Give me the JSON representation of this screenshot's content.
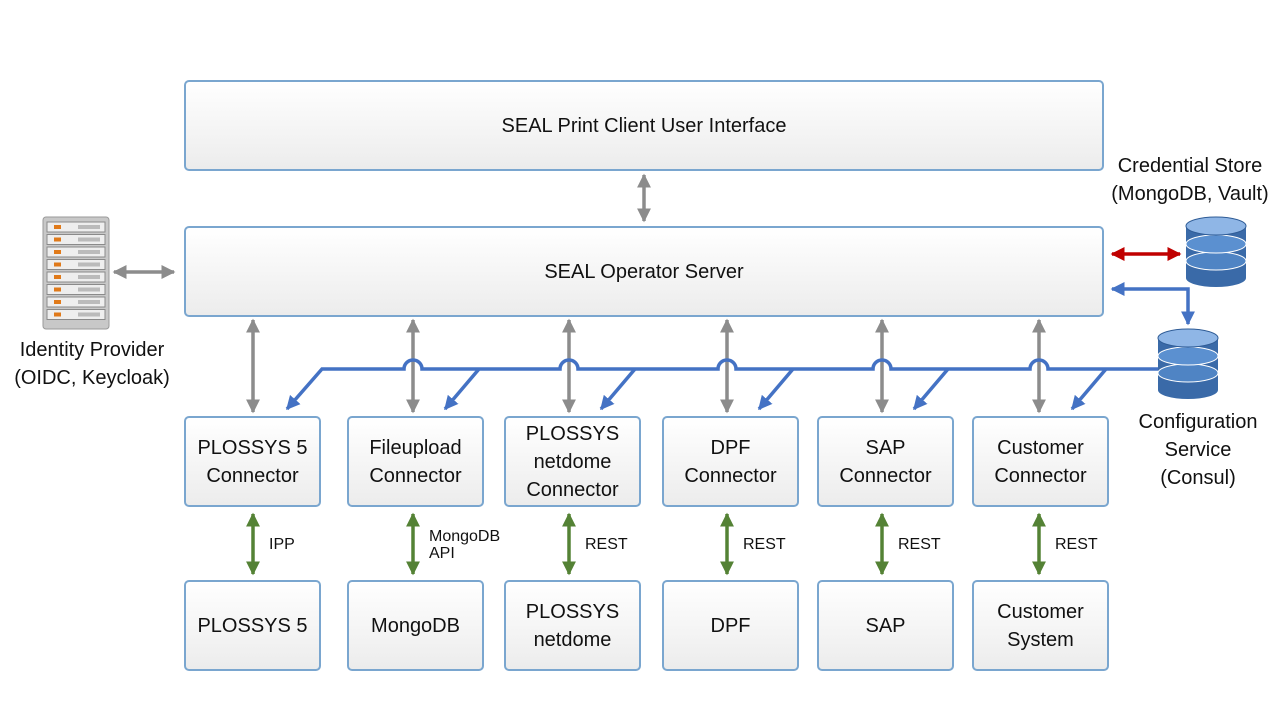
{
  "top_ui": {
    "label": "SEAL Print Client User Interface"
  },
  "server": {
    "label": "SEAL Operator Server"
  },
  "identity_provider": {
    "line1": "Identity Provider",
    "line2": "(OIDC, Keycloak)",
    "icon": "server-rack-icon"
  },
  "credential_store": {
    "line1": "Credential Store",
    "line2": "(MongoDB, Vault)",
    "icon": "database-icon"
  },
  "config_service": {
    "line1": "Configuration",
    "line2": "Service",
    "line3": "(Consul)",
    "icon": "database-icon"
  },
  "connectors": [
    {
      "lines": [
        "PLOSSYS 5",
        "Connector"
      ],
      "protocol": [
        "IPP"
      ],
      "target": [
        "PLOSSYS 5"
      ]
    },
    {
      "lines": [
        "Fileupload",
        "Connector"
      ],
      "protocol": [
        "MongoDB",
        "API"
      ],
      "target": [
        "MongoDB"
      ]
    },
    {
      "lines": [
        "PLOSSYS",
        "netdome",
        "Connector"
      ],
      "protocol": [
        "REST"
      ],
      "target": [
        "PLOSSYS",
        "netdome"
      ]
    },
    {
      "lines": [
        "DPF",
        "Connector"
      ],
      "protocol": [
        "REST"
      ],
      "target": [
        "DPF"
      ]
    },
    {
      "lines": [
        "SAP",
        "Connector"
      ],
      "protocol": [
        "REST"
      ],
      "target": [
        "SAP"
      ]
    },
    {
      "lines": [
        "Customer",
        "Connector"
      ],
      "protocol": [
        "REST"
      ],
      "target": [
        "Customer",
        "System"
      ]
    }
  ],
  "colors": {
    "border": "#7aa6cf",
    "gray_arrow": "#8c8c8c",
    "blue_line": "#4472c4",
    "green_arrow": "#548235",
    "red_arrow": "#c00000"
  }
}
